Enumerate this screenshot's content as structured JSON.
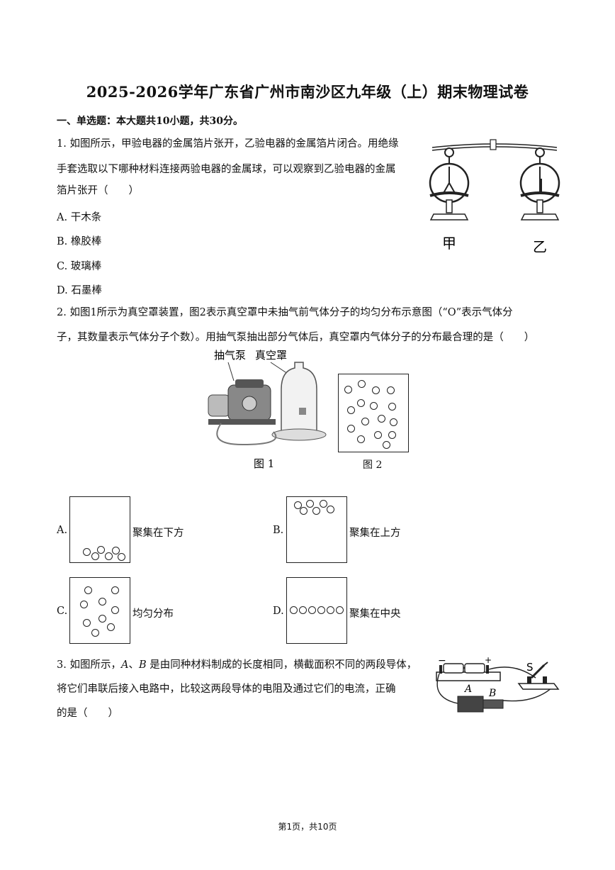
{
  "title": "2025-2026学年广东省广州市南沙区九年级（上）期末物理试卷",
  "section": "一、单选题：本大题共10小题，共30分。",
  "q1": {
    "lines": [
      "1. 如图所示，甲验电器的金属箔片张开，乙验电器的金属箔片闭合。用绝缘",
      "手套选取以下哪种材料连接两验电器的金属球，可以观察到乙验电器的金属",
      "箔片张开（　　）"
    ],
    "options": [
      "A. 干木条",
      "B. 橡胶棒",
      "C. 玻璃棒",
      "D. 石墨棒"
    ],
    "figure": {
      "label_left": "甲",
      "label_right": "乙"
    }
  },
  "q2": {
    "lines": [
      "2. 如图1所示为真空罩装置，图2表示真空罩中未抽气前气体分子的均匀分布示意图（“O”表示气体分",
      "子，其数量表示气体分子个数）。用抽气泵抽出部分气体后，真空罩内气体分子的分布最合理的是（　　）"
    ],
    "figure": {
      "pump_label": "抽气泵",
      "jar_label": "真空罩",
      "fig1_label": "图 1",
      "fig2_label": "图 2"
    },
    "options": [
      {
        "letter": "A.",
        "text": "聚集在下方"
      },
      {
        "letter": "B.",
        "text": "聚集在上方"
      },
      {
        "letter": "C.",
        "text": "均匀分布"
      },
      {
        "letter": "D.",
        "text": "聚集在中央"
      }
    ]
  },
  "q3": {
    "line1_pre": "3. 如图所示，",
    "line1_a": "A",
    "line1_sep": "、",
    "line1_b": "B",
    "line1_post": " 是由同种材料制成的长度相同，横截面积不同的两段导体，",
    "lines": [
      "将它们串联后接入电路中，比较这两段导体的电阻及通过它们的电流，正确",
      "的是（　　）"
    ],
    "figure": {
      "label_s": "S",
      "label_a": "A",
      "label_b": "B",
      "minus": "−",
      "plus": "+"
    }
  },
  "footer": "第1页，共10页"
}
